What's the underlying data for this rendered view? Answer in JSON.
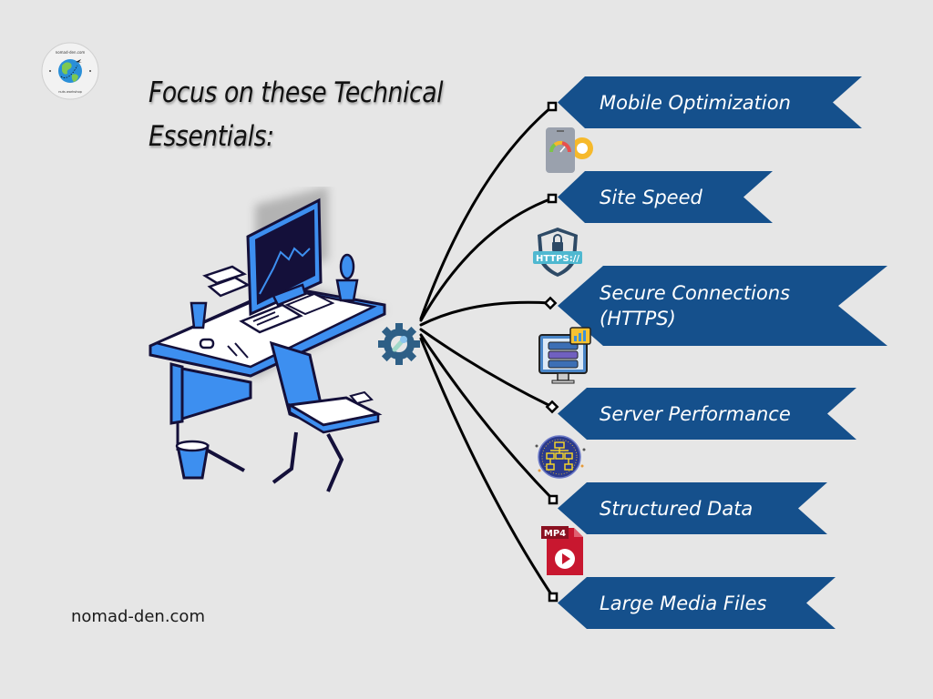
{
  "logo": {
    "name": "nomad-den globe logo",
    "ring_text_top": "nomad-den.com",
    "ring_text_bottom": "nuts workshop"
  },
  "title": {
    "line1": "Focus on these Technical",
    "line2": "Essentials:"
  },
  "footer": {
    "site": "nomad-den.com"
  },
  "hub_icon": "gear-wrench-icon",
  "colors": {
    "background": "#e6e6e6",
    "banner": "#15508c",
    "connector": "#000000",
    "desk_blue": "#3d8ff0",
    "desk_dark": "#14103a",
    "gear": "#2e5f86"
  },
  "items": [
    {
      "label": "Mobile Optimization",
      "icon": "mobile-speed-gear-icon"
    },
    {
      "label": "Site Speed",
      "icon": "https-shield-lock-icon"
    },
    {
      "label": "Secure Connections (HTTPS)",
      "icon": "server-monitor-chart-icon"
    },
    {
      "label": "Server Performance",
      "icon": "structured-data-sitemap-icon"
    },
    {
      "label": "Structured Data",
      "icon": "mp4-video-file-icon"
    },
    {
      "label": "Large Media Files",
      "icon": ""
    }
  ],
  "icon_texts": {
    "https": "HTTPS://",
    "mp4": "MP4"
  }
}
